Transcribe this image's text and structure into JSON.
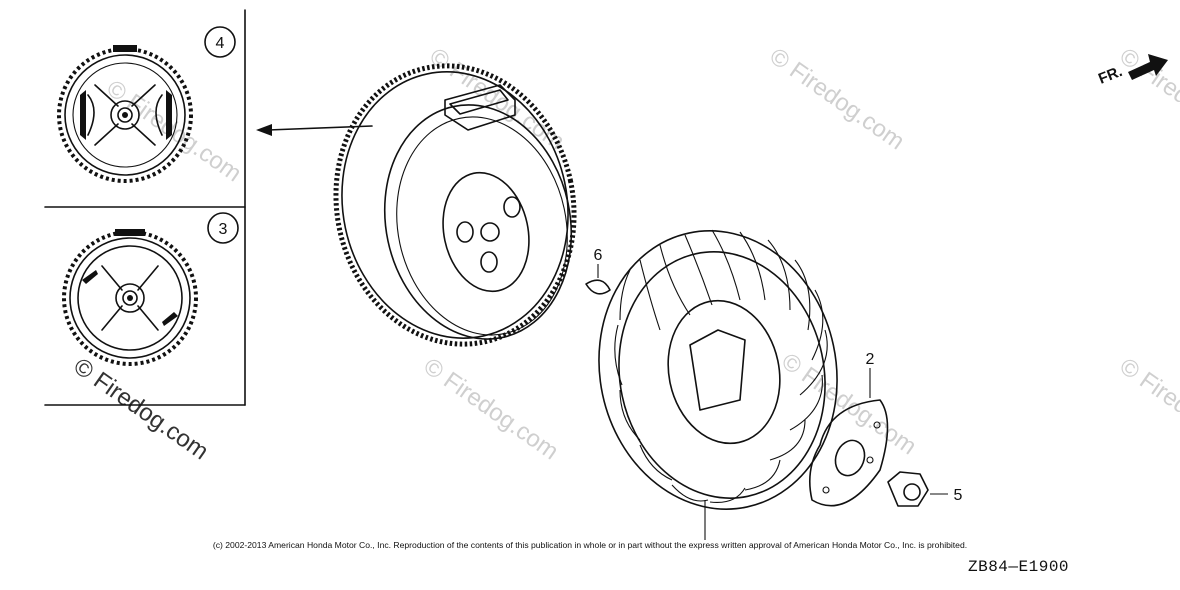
{
  "callouts": [
    {
      "id": "callout-4",
      "text": "4"
    },
    {
      "id": "callout-3",
      "text": "3"
    },
    {
      "id": "callout-6",
      "text": "6"
    },
    {
      "id": "callout-2",
      "text": "2"
    },
    {
      "id": "callout-5",
      "text": "5"
    }
  ],
  "watermark": "© Firedog.com",
  "direction_label": "FR.",
  "copyright": "(c) 2002-2013 American Honda Motor Co., Inc. Reproduction of the contents of this publication in whole or in part without the express written approval of American Honda Motor Co., Inc. is prohibited.",
  "diagram_code": "ZB84—E1900"
}
